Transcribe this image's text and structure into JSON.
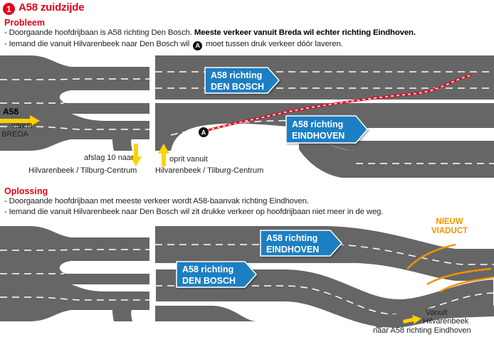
{
  "header": {
    "number": "1",
    "title": "A58 zuidzijde"
  },
  "probleem": {
    "heading": "Probleem",
    "line1_plain": "- Doorgaande hoofdrijbaan is A58 richting Den Bosch. ",
    "line1_bold": "Meeste verkeer vanuit Breda wil  echter richting Eindhoven.",
    "line2_pre": "- Iemand die vanuit Hilvarenbeek naar Den Bosch wil ",
    "line2_badge": "A",
    "line2_post": " moet tussen druk verkeer dóór laveren."
  },
  "oplossing": {
    "heading": "Oplossing",
    "line1": "- Doorgaande hoofdrijbaan met meeste verkeer wordt A58-baanvak richting Eindhoven.",
    "line2": "- Iemand die vanuit Hilvarenbeek naar Den Bosch wil zit drukke verkeer op hoofdrijbaan niet meer in de weg."
  },
  "diagram1": {
    "a58_label": "A58",
    "vanuit": "vanuit",
    "breda": "BREDA",
    "afslag_line1": "afslag 10 naar",
    "afslag_line2": "Hilvarenbeek / Tilburg-Centrum",
    "oprit_line1": "oprit vanuit",
    "oprit_line2": "Hilvarenbeek / Tilburg-Centrum",
    "marker": "A",
    "sign_den_bosch": {
      "line1": "A58 richting",
      "line2": "DEN BOSCH"
    },
    "sign_eindhoven": {
      "line1": "A58 richting",
      "line2": "EINDHOVEN"
    }
  },
  "diagram2": {
    "sign_eindhoven": {
      "line1": "A58 richting",
      "line2": "EINDHOVEN"
    },
    "sign_den_bosch": {
      "line1": "A58 richting",
      "line2": "DEN BOSCH"
    },
    "viaduct_line1": "NIEUW",
    "viaduct_line2": "VIADUCT",
    "vanuit_line1": "Vanuit",
    "vanuit_line2": "Hilvarenbeek",
    "vanuit_line3": "naar A58 richting Eindhoven"
  },
  "colors": {
    "red": "#e4001b",
    "sign_blue": "#1d7fc3",
    "road_gray": "#666666",
    "arrow_yellow": "#ffd200",
    "viaduct_orange": "#f39200",
    "route_red": "#e4001b"
  }
}
